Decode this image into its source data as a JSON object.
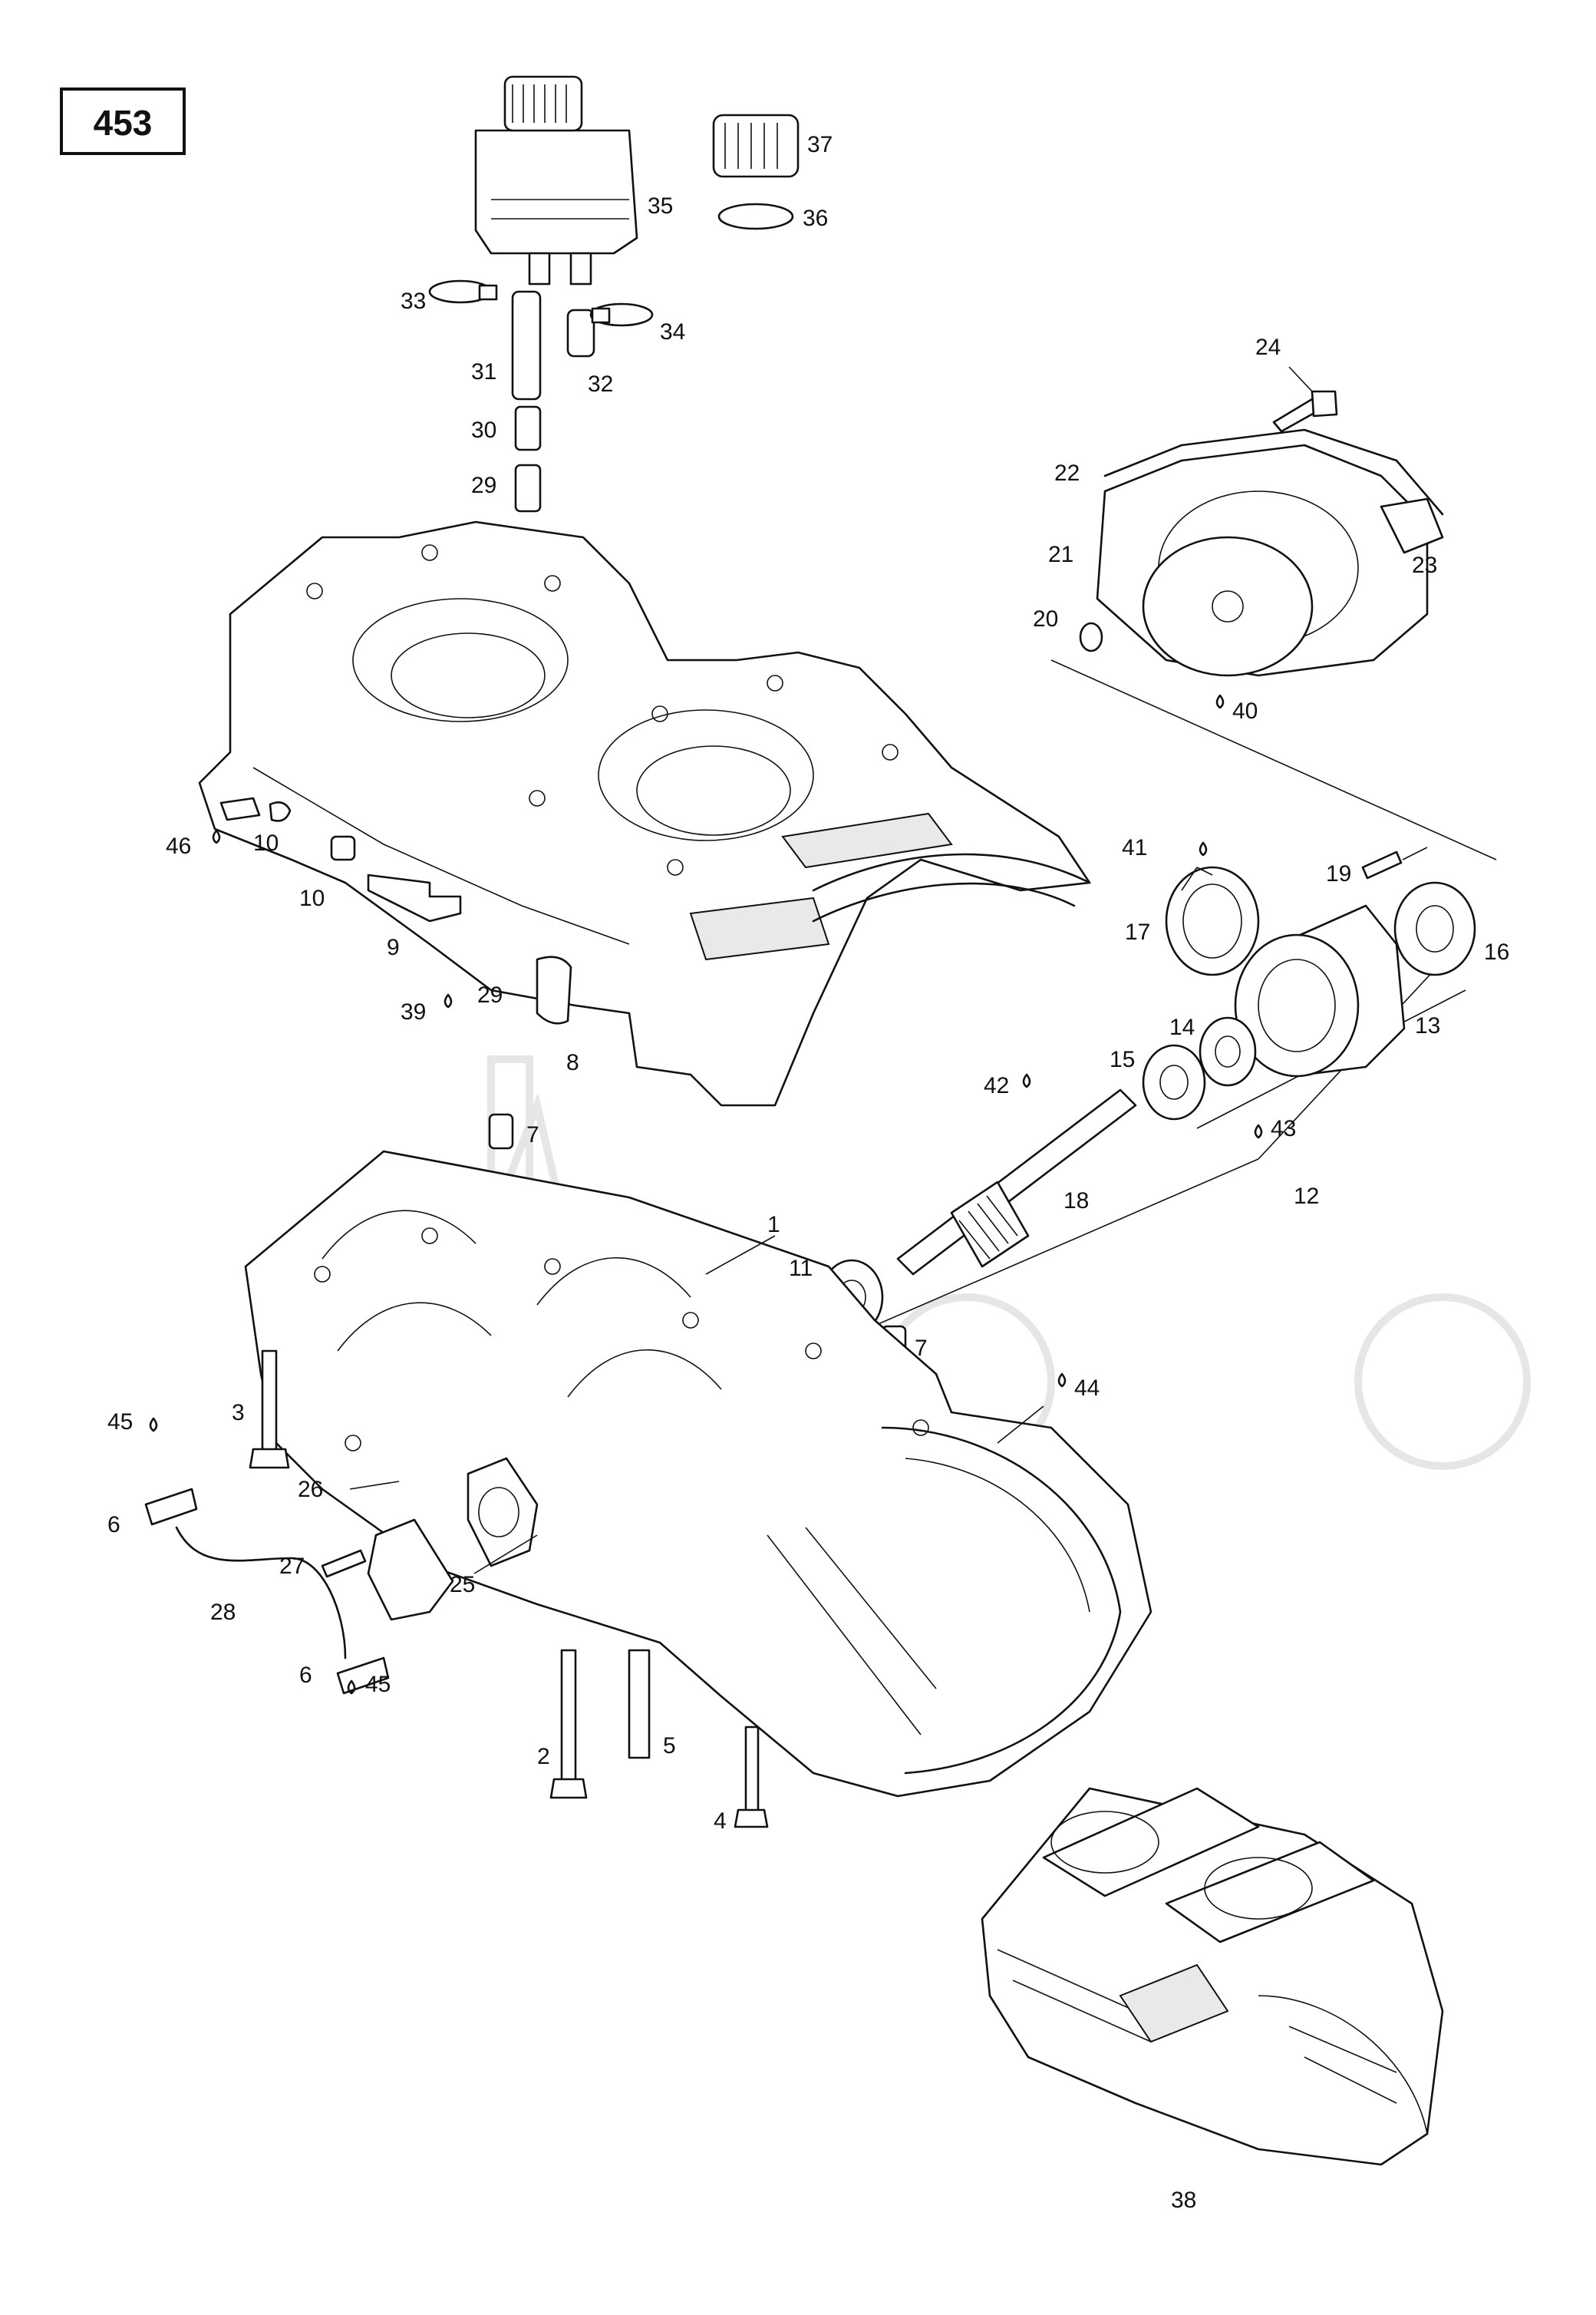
{
  "page_number": "453",
  "watermark": "",
  "callouts": [
    {
      "id": "c1",
      "text": "1"
    },
    {
      "id": "c2",
      "text": "2"
    },
    {
      "id": "c3",
      "text": "3"
    },
    {
      "id": "c4",
      "text": "4"
    },
    {
      "id": "c5",
      "text": "5"
    },
    {
      "id": "c6a",
      "text": "6"
    },
    {
      "id": "c6b",
      "text": "6"
    },
    {
      "id": "c7a",
      "text": "7"
    },
    {
      "id": "c7b",
      "text": "7"
    },
    {
      "id": "c8",
      "text": "8"
    },
    {
      "id": "c9",
      "text": "9"
    },
    {
      "id": "c10a",
      "text": "10"
    },
    {
      "id": "c10b",
      "text": "10"
    },
    {
      "id": "c11",
      "text": "11"
    },
    {
      "id": "c12",
      "text": "12"
    },
    {
      "id": "c13",
      "text": "13"
    },
    {
      "id": "c14",
      "text": "14"
    },
    {
      "id": "c15",
      "text": "15"
    },
    {
      "id": "c16",
      "text": "16"
    },
    {
      "id": "c17",
      "text": "17"
    },
    {
      "id": "c18",
      "text": "18"
    },
    {
      "id": "c19",
      "text": "19"
    },
    {
      "id": "c20",
      "text": "20"
    },
    {
      "id": "c21",
      "text": "21"
    },
    {
      "id": "c22",
      "text": "22"
    },
    {
      "id": "c23",
      "text": "23"
    },
    {
      "id": "c24",
      "text": "24"
    },
    {
      "id": "c25",
      "text": "25"
    },
    {
      "id": "c26",
      "text": "26"
    },
    {
      "id": "c27",
      "text": "27"
    },
    {
      "id": "c28",
      "text": "28"
    },
    {
      "id": "c29a",
      "text": "29"
    },
    {
      "id": "c29b",
      "text": "29"
    },
    {
      "id": "c30",
      "text": "30"
    },
    {
      "id": "c31",
      "text": "31"
    },
    {
      "id": "c32",
      "text": "32"
    },
    {
      "id": "c33",
      "text": "33"
    },
    {
      "id": "c34",
      "text": "34"
    },
    {
      "id": "c35",
      "text": "35"
    },
    {
      "id": "c36",
      "text": "36"
    },
    {
      "id": "c37",
      "text": "37"
    },
    {
      "id": "c38",
      "text": "38"
    },
    {
      "id": "c39",
      "text": "39"
    },
    {
      "id": "c40",
      "text": "40"
    },
    {
      "id": "c41",
      "text": "41"
    },
    {
      "id": "c42",
      "text": "42"
    },
    {
      "id": "c43",
      "text": "43"
    },
    {
      "id": "c44",
      "text": "44"
    },
    {
      "id": "c45a",
      "text": "45"
    },
    {
      "id": "c45b",
      "text": "45"
    },
    {
      "id": "c46",
      "text": "46"
    }
  ]
}
